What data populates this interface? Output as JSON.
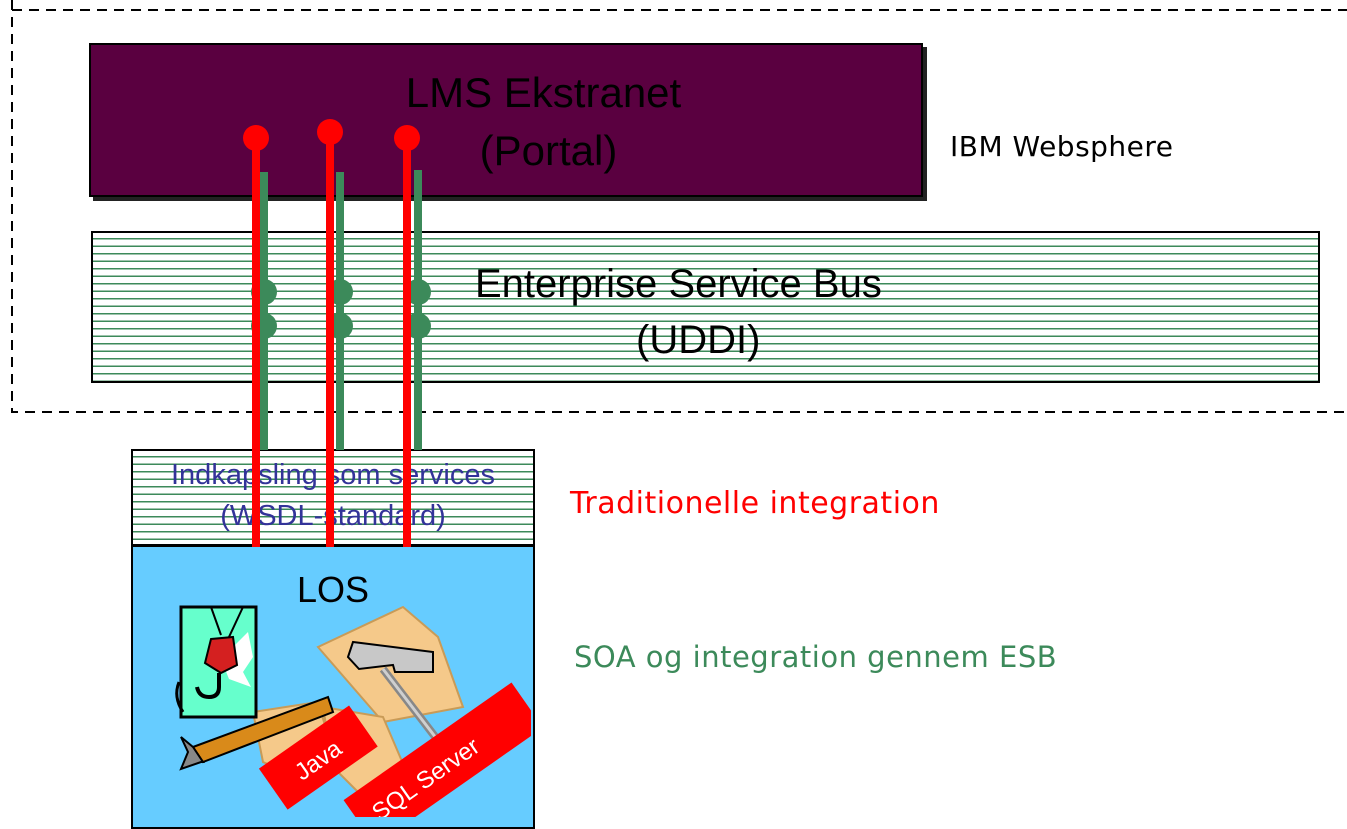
{
  "portal": {
    "line1": "LMS Ekstranet",
    "line2": "(Portal)"
  },
  "esb": {
    "line1": "Enterprise Service Bus",
    "line2": "(UDDI)"
  },
  "wrapper": {
    "line1": "Indkapsling som services",
    "line2": "(WSDL-standard)"
  },
  "los": {
    "title": "LOS",
    "java": "Java",
    "sql": "SQL Server"
  },
  "labels": {
    "websphere": "IBM Websphere",
    "traditional": "Traditionelle integration",
    "soa": "SOA og integration gennem ESB"
  },
  "colors": {
    "portal_fill": "#5a0040",
    "los_fill": "#66ccff",
    "stripe": "#3c8a5a",
    "red_line": "#ff0000",
    "green_line": "#3c8a5a",
    "wrapper_text": "#333399",
    "traditional_text": "#ff0000",
    "soa_text": "#3c8a5a"
  },
  "icons": [
    "hook-icon",
    "wrench-icon",
    "hammer-icon"
  ]
}
